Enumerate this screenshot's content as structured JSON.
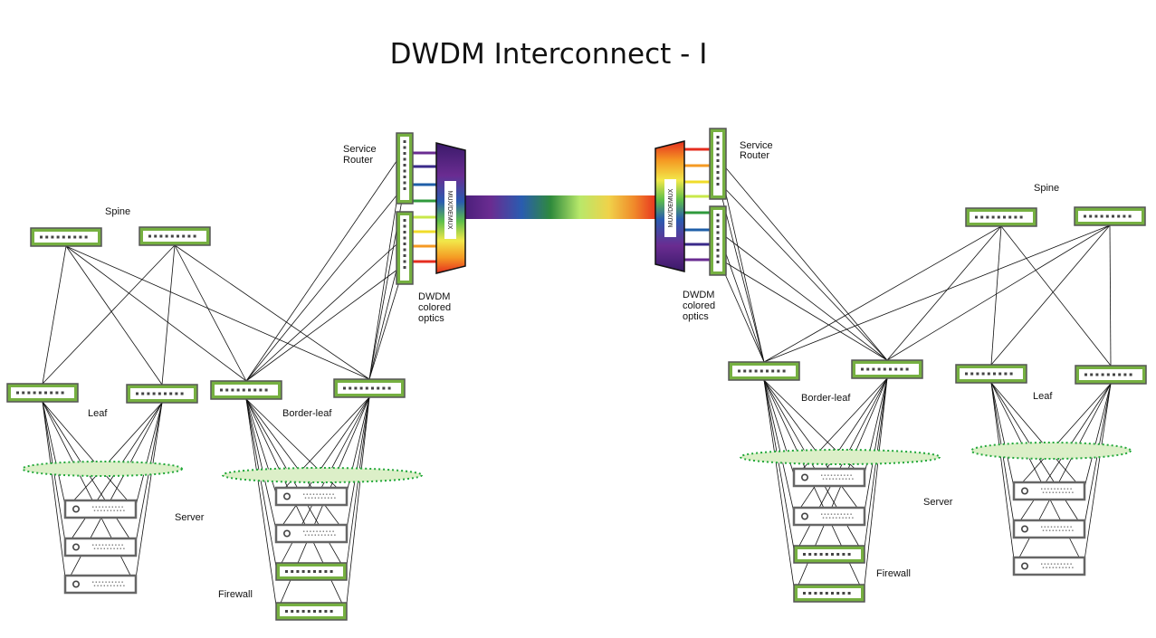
{
  "title": "DWDM Interconnect - I",
  "labels": {
    "spine_left": "Spine",
    "spine_right": "Spine",
    "leaf_left": "Leaf",
    "leaf_right": "Leaf",
    "border_leaf_left": "Border-leaf",
    "border_leaf_right": "Border-leaf",
    "server_left": "Server",
    "server_right": "Server",
    "firewall_left": "Firewall",
    "firewall_right": "Firewall",
    "service_router_left_1": "Service",
    "service_router_left_2": "Router",
    "service_router_right_1": "Service",
    "service_router_right_2": "Router",
    "optics_left_1": "DWDM",
    "optics_left_2": "colored",
    "optics_left_3": "optics",
    "optics_right_1": "DWDM",
    "optics_right_2": "colored",
    "optics_right_3": "optics",
    "mux_left": "MUX/DEMUX",
    "mux_right": "MUX/DEMUX"
  },
  "colors": {
    "switch_border": "#76b041",
    "switch_frame": "#555555",
    "server_frame": "#666666",
    "cluster_fill": "#dcefc8",
    "cluster_stroke": "#22a83a",
    "wavelengths": [
      "#6a2c91",
      "#3a2a8a",
      "#1f5fa8",
      "#2f9a3c",
      "#c8e84a",
      "#f0dc2a",
      "#f59a23",
      "#e52d1f"
    ]
  },
  "icons": {
    "switch": "switch-icon",
    "server": "server-icon",
    "mux": "mux-demux-icon",
    "fiber": "fiber-spectrum-icon"
  }
}
